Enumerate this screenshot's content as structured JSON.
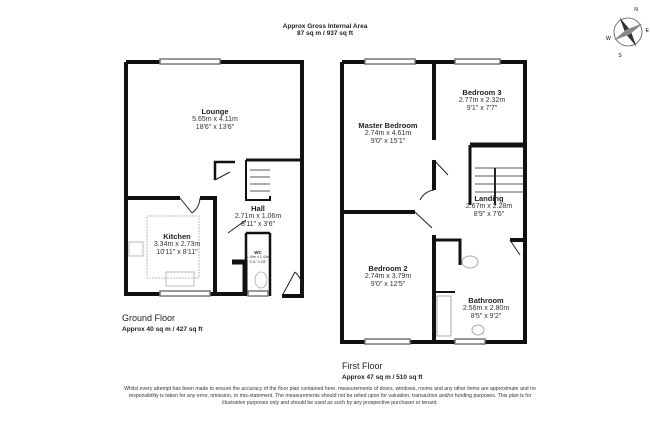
{
  "header": {
    "title": "Approx Gross Internal Area",
    "area": "87 sq m / 937 sq ft"
  },
  "compass": {
    "labels": [
      "N",
      "E",
      "S",
      "W"
    ]
  },
  "ground_floor": {
    "label": "Ground Floor",
    "area": "Approx 40 sq m / 427 sq ft",
    "rooms": [
      {
        "name": "Lounge",
        "metric": "5.65m x 4.11m",
        "imperial": "18'6\" x 13'6\""
      },
      {
        "name": "Hall",
        "metric": "2.71m x 1.06m",
        "imperial": "8'11\" x 3'6\""
      },
      {
        "name": "Kitchen",
        "metric": "3.34m x 2.73m",
        "imperial": "10'11\" x 8'11\""
      },
      {
        "name": "WC",
        "metric": "1.19m x 1.43m",
        "imperial": "3'11\" x 4'8\""
      }
    ]
  },
  "first_floor": {
    "label": "First Floor",
    "area": "Approx 47 sq m / 510 sq ft",
    "rooms": [
      {
        "name": "Master Bedroom",
        "metric": "2.74m x 4.61m",
        "imperial": "9'0\" x 15'1\""
      },
      {
        "name": "Bedroom 3",
        "metric": "2.77m x 2.32m",
        "imperial": "9'1\" x 7'7\""
      },
      {
        "name": "Landing",
        "metric": "2.67m x 2.28m",
        "imperial": "8'9\" x 7'6\""
      },
      {
        "name": "Bedroom 2",
        "metric": "2.74m x 3.79m",
        "imperial": "9'0\" x 12'5\""
      },
      {
        "name": "Bathroom",
        "metric": "2.56m x 2.80m",
        "imperial": "8'5\" x 9'2\""
      }
    ]
  },
  "disclaimer": "Whilst every attempt has been made to ensure the accuracy of the floor plan contained here, measurements of doors, windows, rooms and any other items are approximate and no responsibility is taken for any error, omission, or mis-statement. The measurements should not be relied upon for valuation, transaction and/or funding purposes. This plan is for illustrative purposes only and should be used as such by any prospective purchaser or tenant."
}
